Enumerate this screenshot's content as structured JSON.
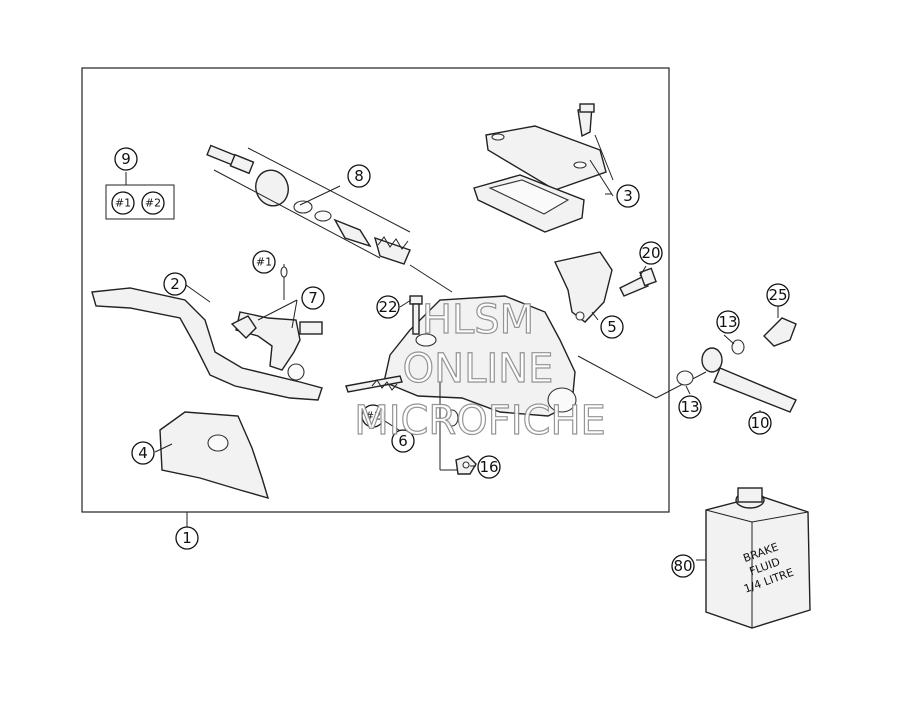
{
  "diagram": {
    "callouts": {
      "c1": "1",
      "c2": "2",
      "c3": "3",
      "c4": "4",
      "c5": "5",
      "c6": "6",
      "c7": "7",
      "c8": "8",
      "c9": "9",
      "c10": "10",
      "c13a": "13",
      "c13b": "13",
      "c16": "16",
      "c20": "20",
      "c22": "22",
      "c25": "25",
      "c80": "80",
      "sub1_kit": "#1",
      "sub2_kit": "#2",
      "sub1_pivot": "#1",
      "sub2_spring": "#2"
    },
    "can_label": [
      "BRAKE",
      "FLUID",
      "1/4 LITRE"
    ],
    "watermark": [
      "HLSM",
      "ONLINE",
      "MICROFICHE"
    ]
  }
}
